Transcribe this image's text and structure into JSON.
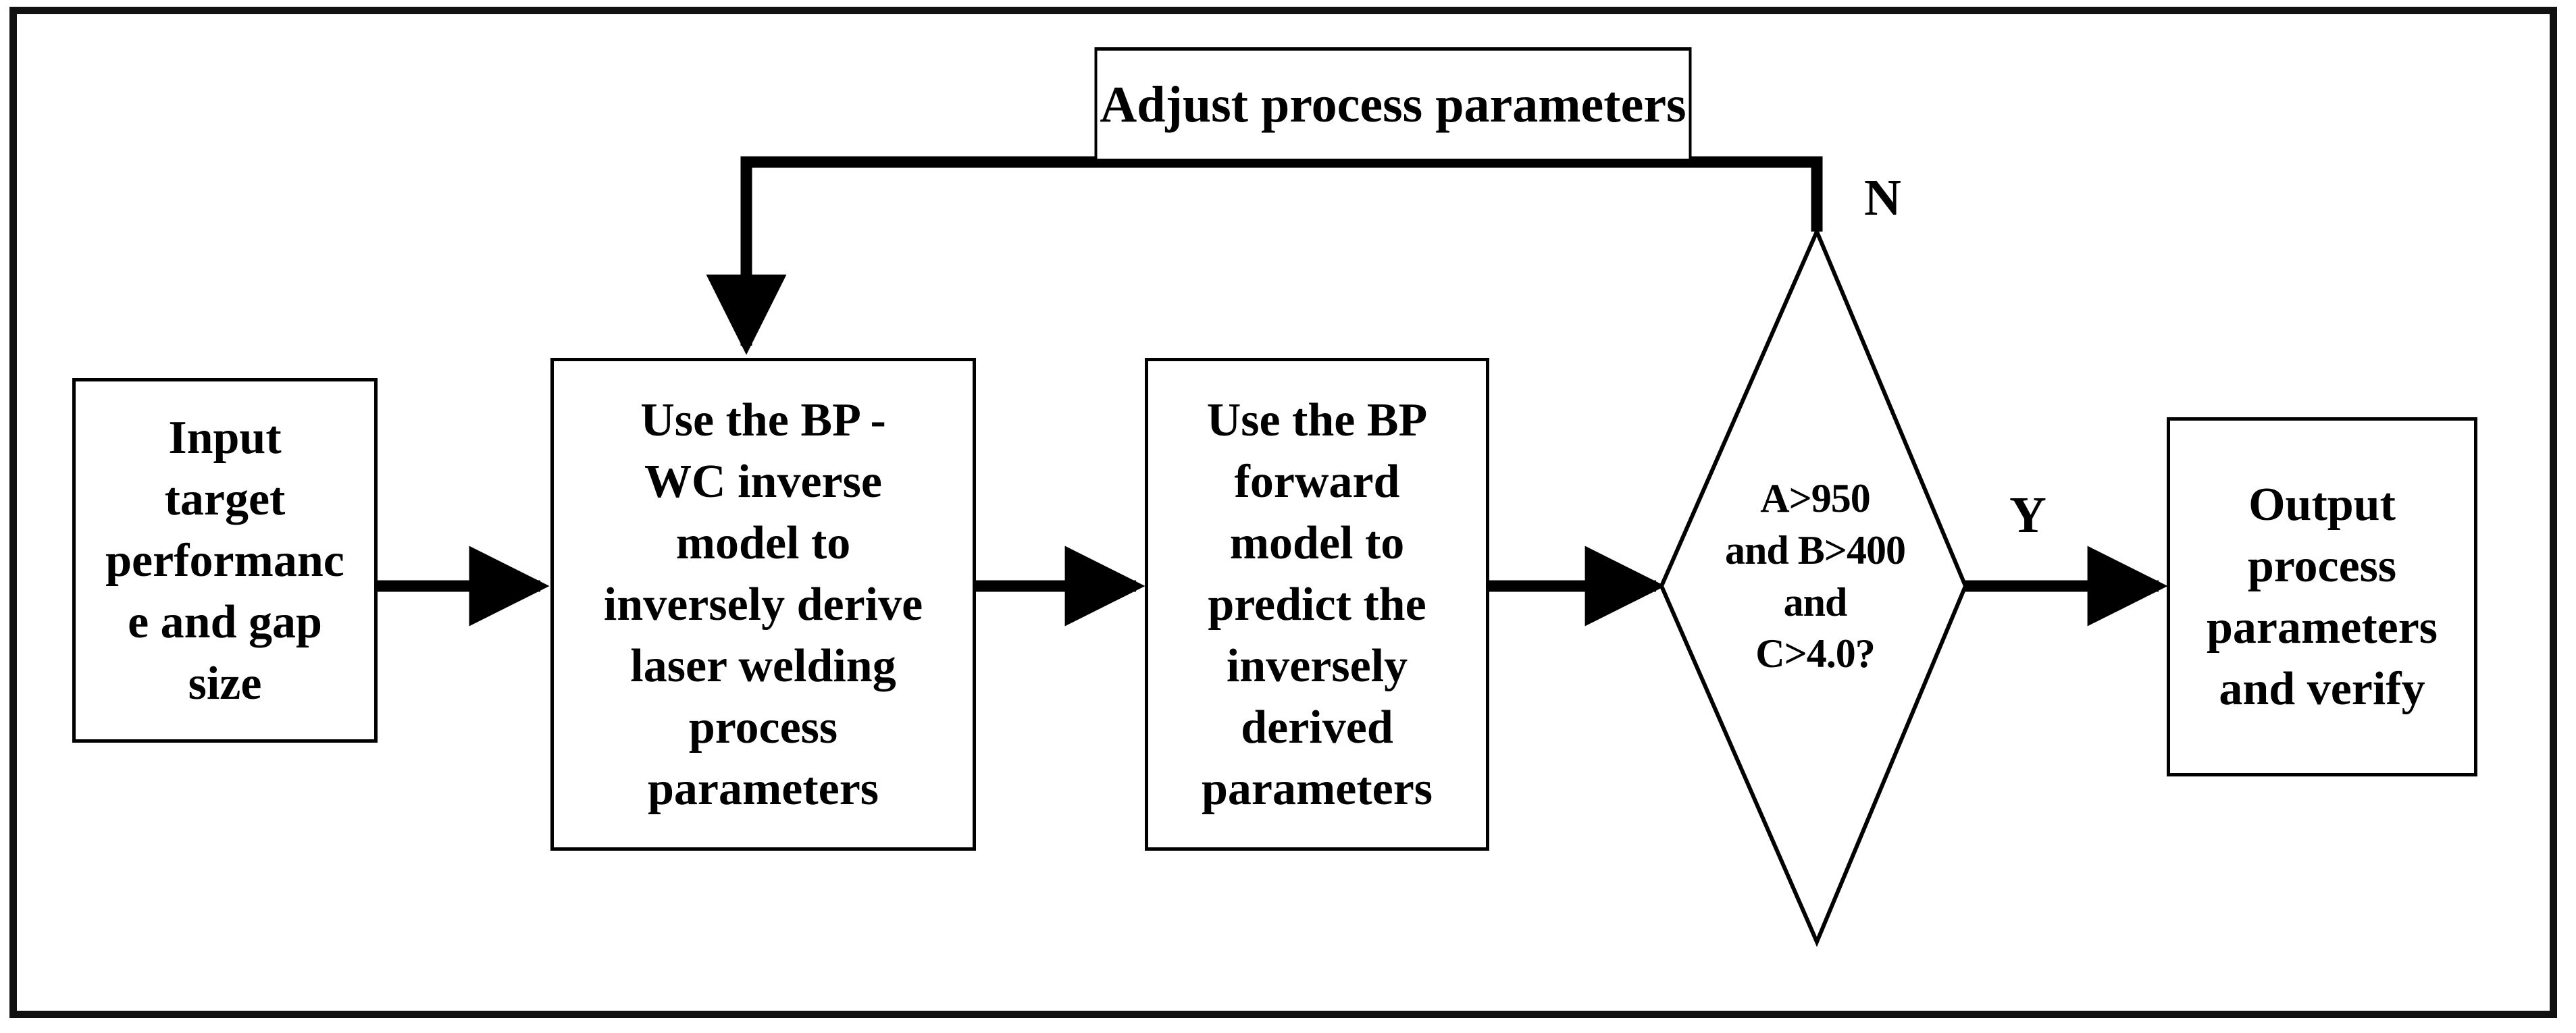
{
  "diagram": {
    "type": "flowchart",
    "title": "BP-WC inverse design laser welding parameter flowchart",
    "colors": {
      "stroke": "#000000",
      "fill": "#ffffff",
      "frame": "#111111"
    },
    "nodes": {
      "input": {
        "id": "input-target",
        "shape": "rectangle",
        "label": "Input\ntarget\nperformanc\ne and gap\nsize"
      },
      "inverse": {
        "id": "bp-wc-inverse-model",
        "shape": "rectangle",
        "label": "Use the BP -\nWC inverse\nmodel to\ninversely derive\nlaser welding\nprocess\nparameters"
      },
      "forward": {
        "id": "bp-forward-model",
        "shape": "rectangle",
        "label": "Use the BP\nforward\nmodel to\npredict the\ninversely\nderived\nparameters"
      },
      "decision": {
        "id": "criteria-check",
        "shape": "diamond",
        "label": "A>950\nand B>400\nand\nC>4.0?",
        "conditions": [
          {
            "variable": "A",
            "operator": ">",
            "value": "950"
          },
          {
            "variable": "B",
            "operator": ">",
            "value": "400"
          },
          {
            "variable": "C",
            "operator": ">",
            "value": "4.0"
          }
        ]
      },
      "adjust": {
        "id": "adjust-process-parameters",
        "shape": "rectangle",
        "label": "Adjust process parameters"
      },
      "output": {
        "id": "output-verify",
        "shape": "rectangle",
        "label": "Output\nprocess\nparameters\nand verify"
      }
    },
    "branches": {
      "no_label": "N",
      "yes_label": "Y"
    },
    "edges": [
      {
        "from": "input",
        "to": "inverse",
        "label": ""
      },
      {
        "from": "inverse",
        "to": "forward",
        "label": ""
      },
      {
        "from": "forward",
        "to": "decision",
        "label": ""
      },
      {
        "from": "decision",
        "to": "output",
        "label": "Y"
      },
      {
        "from": "decision",
        "to": "adjust",
        "label": "N"
      },
      {
        "from": "adjust",
        "to": "inverse",
        "label": ""
      }
    ]
  }
}
